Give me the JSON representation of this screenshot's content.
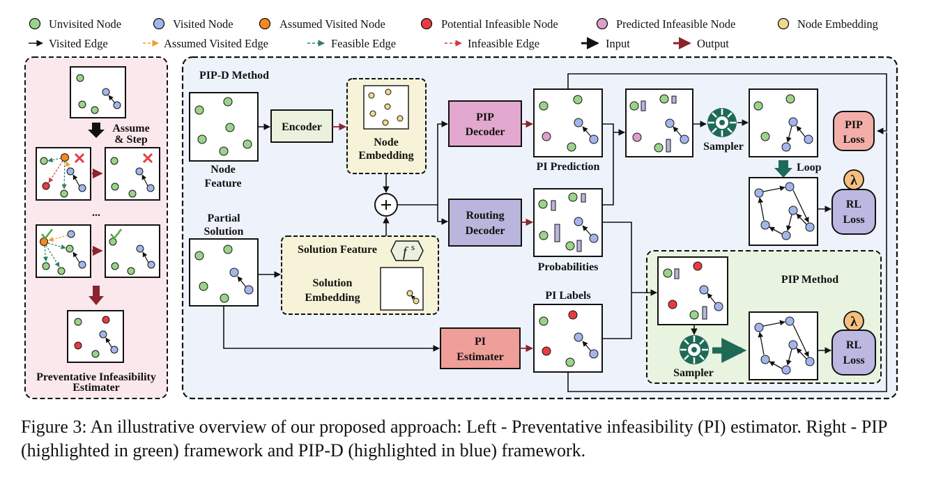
{
  "legend": {
    "nodes": [
      {
        "label": "Unvisited Node",
        "color": "#9bd38a"
      },
      {
        "label": "Visited Node",
        "color": "#a3b6ec"
      },
      {
        "label": "Assumed Visited Node",
        "color": "#f5891f"
      },
      {
        "label": "Potential Infeasible Node",
        "color": "#e63b44"
      },
      {
        "label": "Predicted Infeasible Node",
        "color": "#dd9fcb"
      },
      {
        "label": "Node Embedding",
        "color": "#f0d98c"
      }
    ],
    "edges": [
      {
        "label": "Visited Edge",
        "color": "#111111",
        "style": "solid"
      },
      {
        "label": "Assumed Visited Edge",
        "color": "#f39a2c",
        "style": "dashed"
      },
      {
        "label": "Feasible Edge",
        "color": "#2f7d6a",
        "style": "dashed"
      },
      {
        "label": "Infeasible Edge",
        "color": "#d23b44",
        "style": "dashed"
      },
      {
        "label": "Input",
        "color": "#111111",
        "style": "solid-bold"
      },
      {
        "label": "Output",
        "color": "#8a2530",
        "style": "solid-bold"
      }
    ]
  },
  "left_panel": {
    "assume_step": [
      "Assume",
      "& Step"
    ],
    "ellipsis": "...",
    "title": [
      "Preventative Infeasibility",
      "Estimater"
    ]
  },
  "pipd": {
    "title": "PIP-D Method",
    "node_feature": [
      "Node",
      "Feature"
    ],
    "encoder": "Encoder",
    "node_embedding": [
      "Node",
      "Embedding"
    ],
    "pip_decoder": [
      "PIP",
      "Decoder"
    ],
    "routing_decoder": [
      "Routing",
      "Decoder"
    ],
    "pi_prediction": "PI Prediction",
    "probabilities": "Probabilities",
    "sampler": "Sampler",
    "loop": "Loop",
    "pip_loss": [
      "PIP",
      "Loss"
    ],
    "rl_loss": [
      "RL",
      "Loss"
    ],
    "lambda": "λ",
    "partial_solution": [
      "Partial",
      "Solution"
    ],
    "solution_feature": "Solution Feature",
    "fs_symbol": "f",
    "fs_sup": "s",
    "solution_embedding": [
      "Solution",
      "Embedding"
    ],
    "pi_labels": "PI Labels",
    "pi_estimater": [
      "PI",
      "Estimater"
    ],
    "plus": "+"
  },
  "pip": {
    "title": "PIP Method",
    "sampler": "Sampler",
    "rl_loss": [
      "RL",
      "Loss"
    ],
    "lambda": "λ"
  },
  "colors": {
    "pipd_bg": "#eef3fb",
    "pip_bg": "#e8f3e0",
    "left_bg": "#fbe8ec",
    "encoder_bg": "#eaf1dd",
    "embed_bg": "#f7f3d8",
    "pip_decoder": "#e3a8cf",
    "routing_decoder": "#b9b5dc",
    "pi_estimater": "#ef9e9a",
    "pip_loss": "#f4aeaa",
    "rl_loss": "#bdb8e2",
    "lambda_bg": "#f6bf80",
    "sampler": "#1e6a56",
    "output_arrow": "#8a2530"
  },
  "caption": "Figure 3: An illustrative overview of our proposed approach: Left - Preventative infeasibility (PI) estimator. Right - PIP (highlighted in green) framework and PIP-D (highlighted in blue) framework."
}
